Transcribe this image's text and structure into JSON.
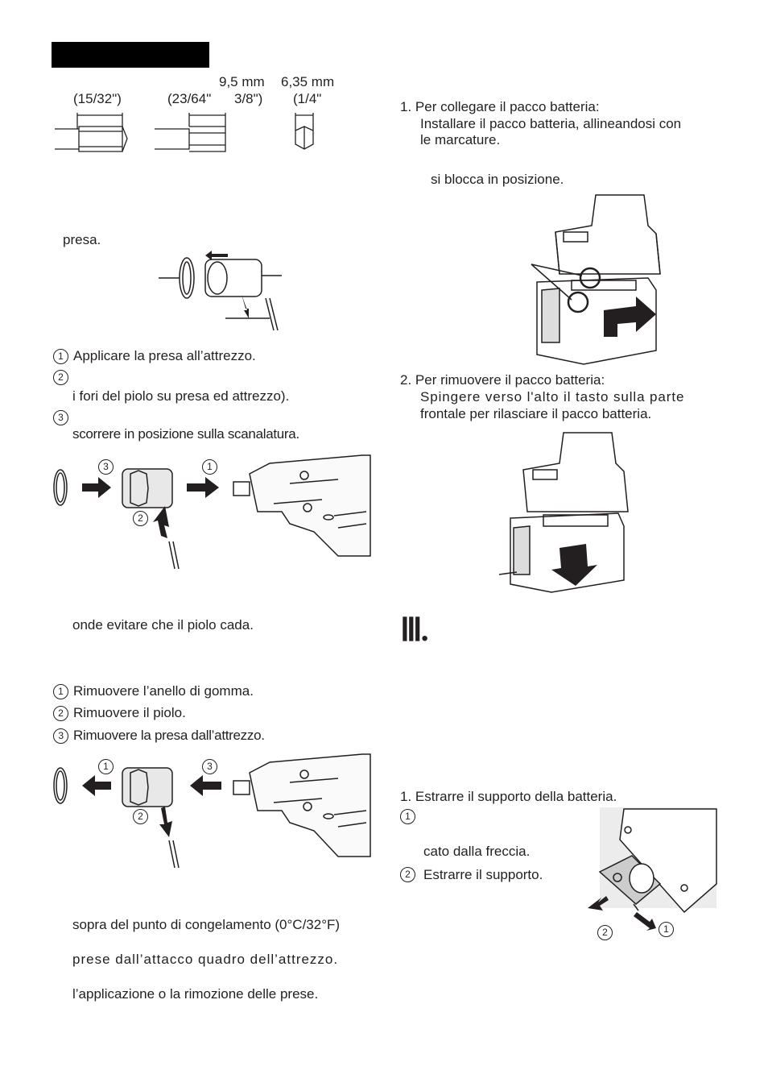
{
  "bits": {
    "a": "(15/32\")",
    "b": "(23/64\"",
    "c_top": "9,5 mm",
    "c": "3/8\")",
    "d_top": "6,35 mm",
    "d": "(1/4\""
  },
  "left": {
    "presa": "presa.",
    "install_steps": [
      {
        "num": "1",
        "text": "Applicare la presa all’attrezzo."
      },
      {
        "num": "2",
        "text": "",
        "cont": "i fori del piolo su presa ed attrezzo)."
      },
      {
        "num": "3",
        "text": "",
        "cont": "scorrere in posizione sulla scanalatura."
      }
    ],
    "note_pin": "onde evitare che il piolo cada.",
    "remove_steps": [
      {
        "num": "1",
        "text": "Rimuovere l’anello di gomma."
      },
      {
        "num": "2",
        "text": "Rimuovere il piolo."
      },
      {
        "num": "3",
        "text": "Rimuovere la presa dall’attrezzo."
      }
    ],
    "caution_1": "sopra del punto di congelamento (0°C/32°F)",
    "caution_2": "prese dall’attacco quadro dell’attrezzo.",
    "caution_3": "l’applicazione o la rimozione delle prese."
  },
  "right": {
    "step1_title": "1.  Per collegare il pacco batteria:",
    "step1_l1": "Installare il pacco batteria, allineandosi con",
    "step1_l2": "le marcature.",
    "step1_lock": "si blocca in posizione.",
    "step2_title": "2.  Per rimuovere il pacco batteria:",
    "step2_l1": "Spingere verso l'alto il tasto sulla parte",
    "step2_l2": "frontale per rilasciare il pacco batteria.",
    "section_numeral": "Ⅲ.",
    "holder_title": "1.   Estrarre il supporto della batteria.",
    "holder_s1_num": "1",
    "holder_s1_cont": "cato dalla freccia.",
    "holder_s2_num": "2",
    "holder_s2_text": "Estrarre il supporto.",
    "fig_labels": [
      "2",
      "1"
    ]
  },
  "fig_callouts": {
    "install": [
      "3",
      "1",
      "2"
    ],
    "remove": [
      "1",
      "3",
      "2"
    ]
  }
}
